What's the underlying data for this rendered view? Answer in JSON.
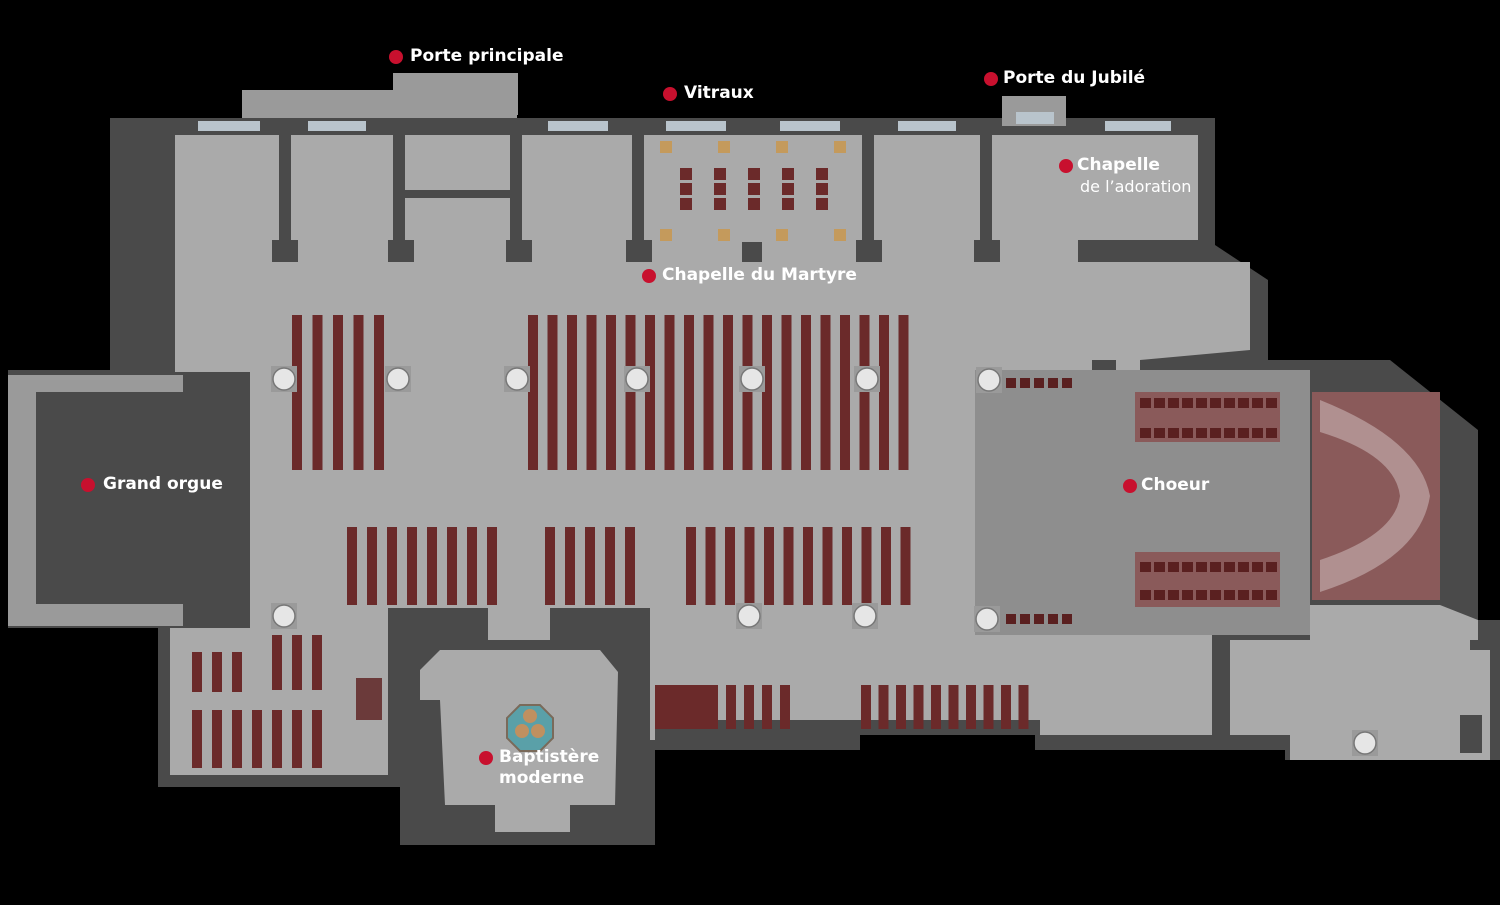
{
  "map": {
    "colors": {
      "background": "#000000",
      "wall": "#4a4a4a",
      "floor": "#aaaaaa",
      "pew": "#6b2a2a",
      "choir_floor": "#8e8e8e",
      "choir_accent": "#8a5a5a",
      "marker": "#c8102e",
      "window": "#b9c4cc",
      "chair": "#c49a5c"
    },
    "points_of_interest": [
      {
        "id": "porte-principale",
        "label": "Porte principale"
      },
      {
        "id": "vitraux",
        "label": "Vitraux"
      },
      {
        "id": "porte-du-jubile",
        "label": "Porte du Jubilé"
      },
      {
        "id": "chapelle-adoration",
        "label": "Chapelle",
        "sublabel": "de l’adoration"
      },
      {
        "id": "chapelle-martyre",
        "label": "Chapelle du Martyre"
      },
      {
        "id": "grand-orgue",
        "label": "Grand orgue"
      },
      {
        "id": "choeur",
        "label": "Choeur"
      },
      {
        "id": "baptistere",
        "label": "Baptistère",
        "sublabel": "moderne"
      }
    ]
  }
}
